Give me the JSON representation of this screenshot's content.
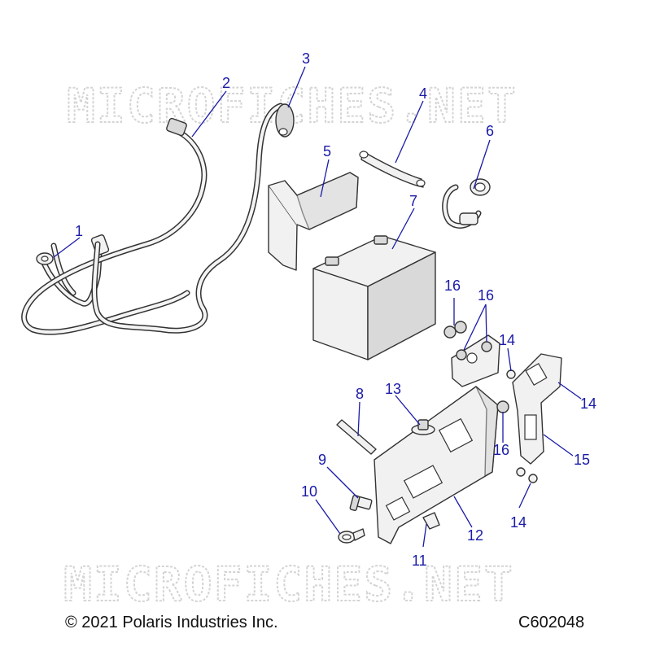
{
  "watermark": "MICROFICHES.NET",
  "callouts": [
    "1",
    "2",
    "3",
    "4",
    "5",
    "6",
    "7",
    "8",
    "9",
    "10",
    "11",
    "12",
    "13",
    "14",
    "14",
    "14",
    "15",
    "16",
    "16",
    "16"
  ],
  "footer": {
    "copyright": "© 2021 Polaris Industries Inc.",
    "drawing_number": "C602048"
  },
  "colors": {
    "callout": "#1a1aa8",
    "outline": "#333333",
    "watermark": "#d4d4d4"
  }
}
